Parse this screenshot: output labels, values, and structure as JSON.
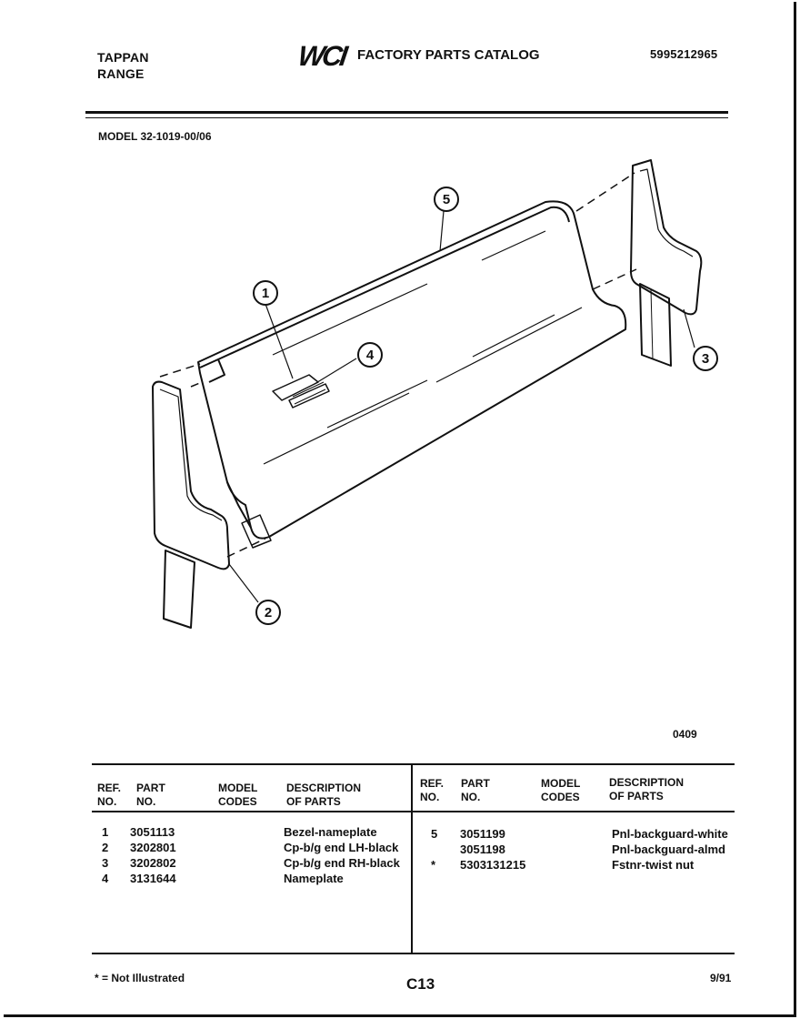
{
  "header": {
    "brand_line1": "TAPPAN",
    "brand_line2": "RANGE",
    "logo_text": "WCI",
    "catalog_title": "FACTORY PARTS CATALOG",
    "catalog_number": "5995212965"
  },
  "model_line": "MODEL 32-1019-00/06",
  "diagram": {
    "callouts": [
      "1",
      "2",
      "3",
      "4",
      "5"
    ],
    "figure_code": "0409"
  },
  "table": {
    "left_headers": {
      "ref": [
        "REF.",
        "NO."
      ],
      "part": [
        "PART",
        "NO."
      ],
      "model": [
        "MODEL",
        "CODES"
      ],
      "desc": [
        "DESCRIPTION",
        "OF PARTS"
      ]
    },
    "right_headers": {
      "ref": [
        "REF.",
        "NO."
      ],
      "part": [
        "PART",
        "NO."
      ],
      "model": [
        "MODEL",
        "CODES"
      ],
      "desc": [
        "DESCRIPTION",
        "OF PARTS"
      ]
    },
    "left_rows": [
      {
        "ref": "1",
        "part": "3051113",
        "desc": "Bezel-nameplate"
      },
      {
        "ref": "2",
        "part": "3202801",
        "desc": "Cp-b/g end LH-black"
      },
      {
        "ref": "3",
        "part": "3202802",
        "desc": "Cp-b/g end RH-black"
      },
      {
        "ref": "4",
        "part": "3131644",
        "desc": "Nameplate"
      }
    ],
    "right_rows": [
      {
        "ref": "5",
        "part": "3051199",
        "desc": "Pnl-backguard-white"
      },
      {
        "ref": "",
        "part": "3051198",
        "desc": "Pnl-backguard-almd"
      },
      {
        "ref": "*",
        "part": "5303131215",
        "desc": "Fstnr-twist nut"
      }
    ]
  },
  "footer": {
    "note": "* = Not Illustrated",
    "page": "C13",
    "date": "9/91"
  }
}
